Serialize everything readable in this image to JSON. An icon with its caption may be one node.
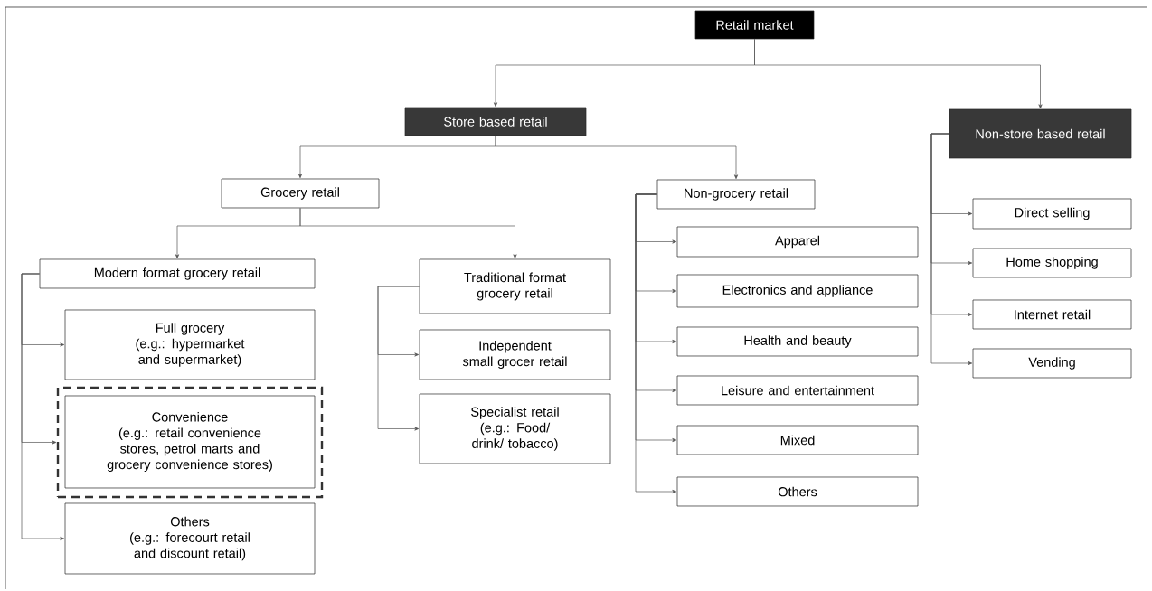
{
  "diagram": {
    "nodes": [
      {
        "text": [
          "Retail market"
        ]
      },
      {
        "text": [
          "Store based retail"
        ]
      },
      {
        "text": [
          "Non-store based retail"
        ]
      },
      {
        "text": [
          "Grocery retail"
        ]
      },
      {
        "text": [
          "Non-grocery retail"
        ]
      },
      {
        "text": [
          "Modern format grocery retail"
        ]
      },
      {
        "text": [
          "Traditional format grocery retail"
        ]
      },
      {
        "text": [
          "Full grocery",
          "(e.g.: hypermarket and supermarket)"
        ]
      },
      {
        "text": [],
        "shape": "box"
      },
      {
        "text": [
          "Convenience",
          "(e.g.: retail convenience stores, petrol marts and grocery convenience stores)"
        ],
        "in": 8
      },
      {
        "text": [
          "Others",
          "(e.g.: forecourt retail and discount retail)"
        ]
      },
      {
        "text": [
          "Independent small grocer retail"
        ]
      },
      {
        "text": [
          "Specialist retail",
          "(e.g.: Food/ drink/ tobacco)"
        ]
      },
      {
        "text": [
          "Apparel"
        ]
      },
      {
        "text": [
          "Electronics and appliance"
        ]
      },
      {
        "text": [
          "Health and beauty"
        ]
      },
      {
        "text": [
          "Leisure and entertainment"
        ]
      },
      {
        "text": [
          "Mixed"
        ]
      },
      {
        "text": [
          "Others"
        ]
      },
      {
        "text": [
          "Direct selling"
        ]
      },
      {
        "text": [
          "Home shopping"
        ]
      },
      {
        "text": [
          "Internet retail"
        ]
      },
      {
        "text": [
          "Vending"
        ]
      }
    ],
    "edges": [
      {
        "from": 0,
        "to": 1,
        "arrow": "to"
      },
      {
        "from": 0,
        "to": 2,
        "arrow": "to"
      },
      {
        "from": 1,
        "to": 3,
        "arrow": "to"
      },
      {
        "from": 1,
        "to": 4,
        "arrow": "to"
      },
      {
        "from": 3,
        "to": 5,
        "arrow": "to"
      },
      {
        "from": 3,
        "to": 6,
        "arrow": "to"
      },
      {
        "from": 5,
        "to": 7,
        "arrow": "to"
      },
      {
        "from": 5,
        "to": 8,
        "arrow": "to"
      },
      {
        "from": 5,
        "to": 10,
        "arrow": "to"
      },
      {
        "from": 6,
        "to": 11,
        "arrow": "to"
      },
      {
        "from": 6,
        "to": 12,
        "arrow": "to"
      },
      {
        "from": 4,
        "to": 13,
        "arrow": "to"
      },
      {
        "from": 4,
        "to": 14,
        "arrow": "to"
      },
      {
        "from": 4,
        "to": 15,
        "arrow": "to"
      },
      {
        "from": 4,
        "to": 16,
        "arrow": "to"
      },
      {
        "from": 4,
        "to": 17,
        "arrow": "to"
      },
      {
        "from": 4,
        "to": 18,
        "arrow": "to"
      },
      {
        "from": 2,
        "to": 19,
        "arrow": "to"
      },
      {
        "from": 2,
        "to": 20,
        "arrow": "to"
      },
      {
        "from": 2,
        "to": 21,
        "arrow": "to"
      },
      {
        "from": 2,
        "to": 22,
        "arrow": "to"
      }
    ]
  }
}
